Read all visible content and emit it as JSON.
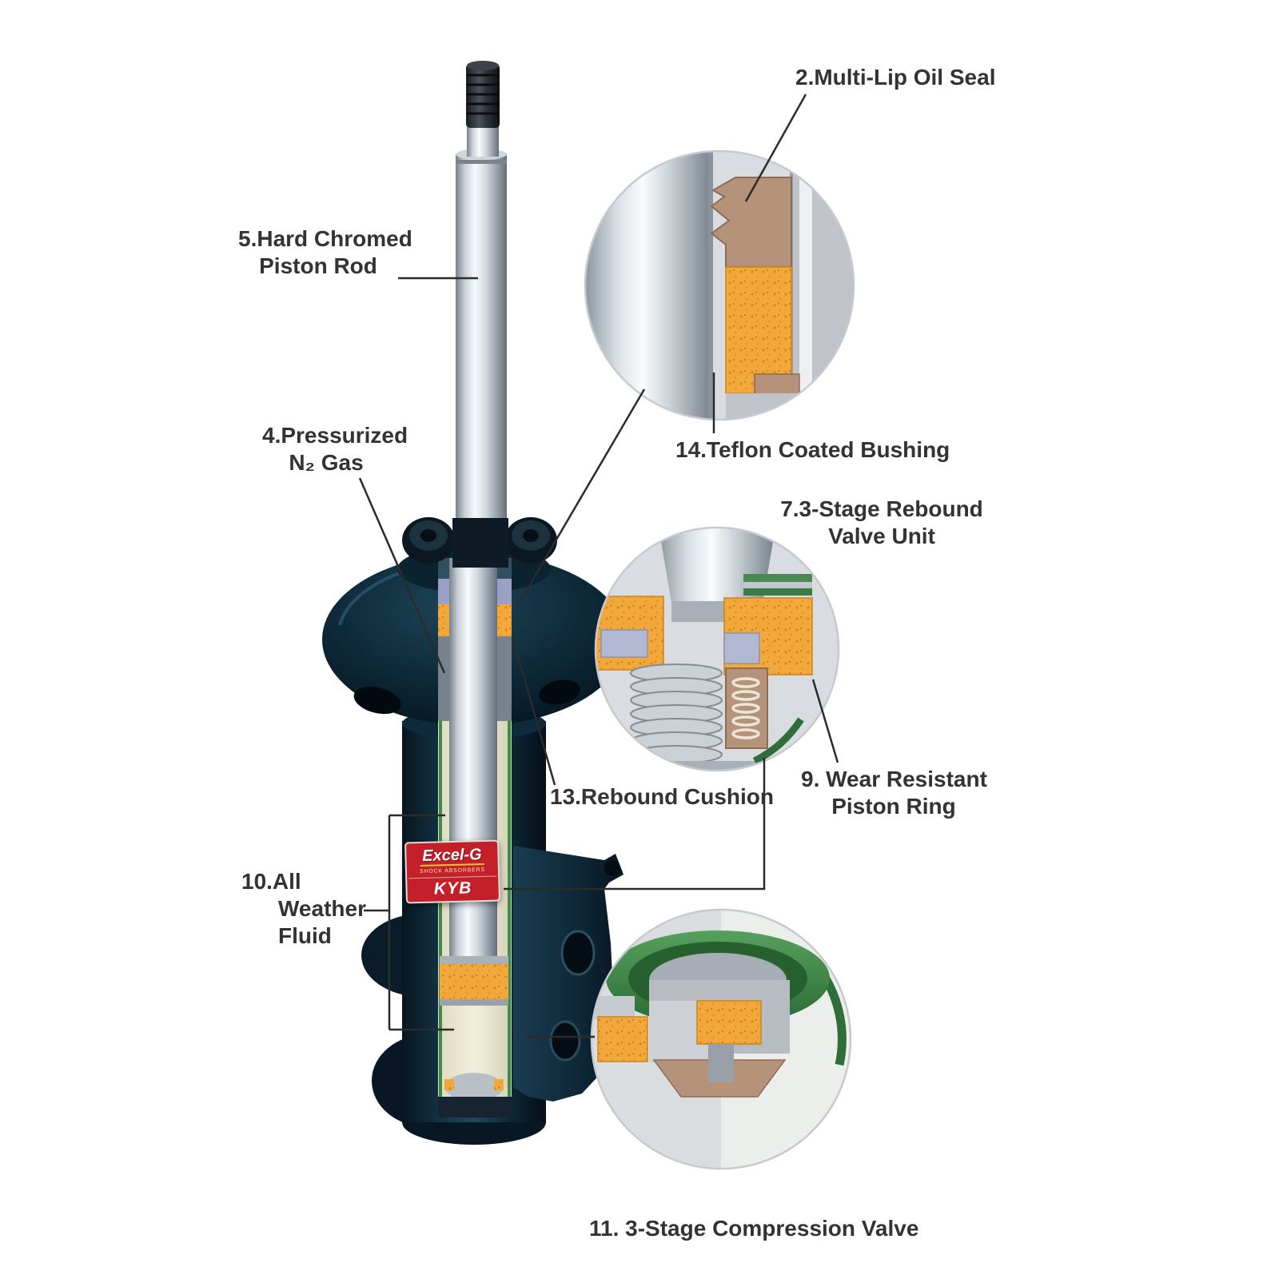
{
  "diagram": {
    "subject": "Strut-type shock absorber cutaway diagram with magnified detail views",
    "badge": {
      "product": "Excel-G",
      "subtitle": "SHOCK ABSORBERS",
      "brand": "KYB"
    },
    "callouts": {
      "oil_seal": {
        "lines": [
          "2.Multi-Lip Oil Seal"
        ]
      },
      "piston_rod": {
        "lines": [
          "5.Hard Chromed",
          "Piston Rod"
        ]
      },
      "n2_gas": {
        "lines": [
          "4.Pressurized",
          "N₂ Gas"
        ]
      },
      "teflon_bushing": {
        "lines": [
          "14.Teflon Coated Bushing"
        ]
      },
      "rebound_valve": {
        "lines": [
          "7.3-Stage Rebound",
          "Valve Unit"
        ]
      },
      "rebound_cushion": {
        "lines": [
          "13.Rebound Cushion"
        ]
      },
      "piston_ring": {
        "lines": [
          "9. Wear Resistant",
          "Piston Ring"
        ]
      },
      "weather_fluid": {
        "lines": [
          "10.All",
          "Weather",
          "Fluid"
        ]
      },
      "compression_valve": {
        "lines": [
          "11. 3-Stage Compression Valve"
        ]
      }
    },
    "colors": {
      "background": "#ffffff",
      "label_text": "#333333",
      "leader_line": "#2b2b2b",
      "strut_body_dark": "#0e2433",
      "chrome_highlight": "#f7fafc",
      "bushing_orange": "#f3a83b",
      "fluid_cream": "#f2efdc",
      "seal_green": "#3e8c4a",
      "bronze_tan": "#b5927a",
      "badge_red": "#c4202a"
    }
  }
}
